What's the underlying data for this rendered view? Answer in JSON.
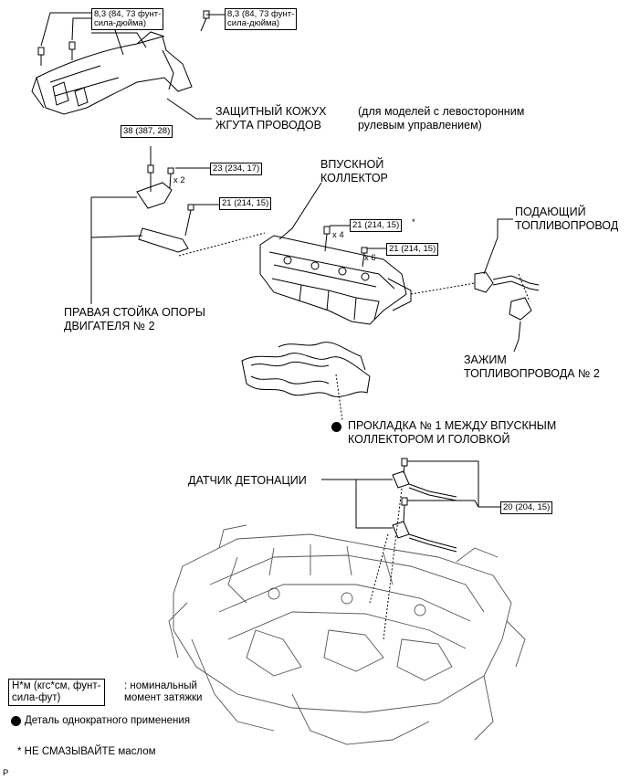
{
  "torque_specs": {
    "harness_bolt_a": "8,3 (84, 73 фунт-\nсила-дюйма)",
    "harness_bolt_b": "8,3 (84, 73 фунт-\nсила-дюйма)",
    "mount_bolt_38": "38 (387, 28)",
    "mount_bolt_23": "23 (234, 17)",
    "mount_bolt_21": "21 (214, 15)",
    "manifold_bolt_star": "21 (214, 15)",
    "manifold_bolt_x6": "21 (214, 15)",
    "knock_sensor_bolt": "20 (204, 15)"
  },
  "multipliers": {
    "x2": "x 2",
    "x4": "x 4",
    "x6": "x 6",
    "star_mark": "*"
  },
  "labels": {
    "harness_cover": "ЗАЩИТНЫЙ КОЖУХ\nЖГУТА ПРОВОДОВ",
    "lhd_note": "(для моделей с левосторонним\nрулевым управлением)",
    "intake_manifold": "ВПУСКНОЙ\nКОЛЛЕКТОР",
    "fuel_supply_line": "ПОДАЮЩИЙ\nТОПЛИВОПРОВОД",
    "engine_mount_stay": "ПРАВАЯ СТОЙКА ОПОРЫ\nДВИГАТЕЛЯ № 2",
    "fuel_line_clamp": "ЗАЖИМ\nТОПЛИВОПРОВОДА № 2",
    "gasket": "ПРОКЛАДКА № 1 МЕЖДУ ВПУСКНЫМ\nКОЛЛЕКТОРОМ И ГОЛОВКОЙ",
    "knock_sensor": "ДАТЧИК ДЕТОНАЦИИ"
  },
  "legend": {
    "torque_unit_box": "Н*м (кгс*см, фунт-\nсила-фут)",
    "torque_unit_desc": ": номинальный\nмомент затяжки",
    "non_reusable": "Деталь однократного применения",
    "no_oil_note": "* НЕ СМАЗЫВАЙТЕ маслом"
  },
  "corner_mark": "P"
}
